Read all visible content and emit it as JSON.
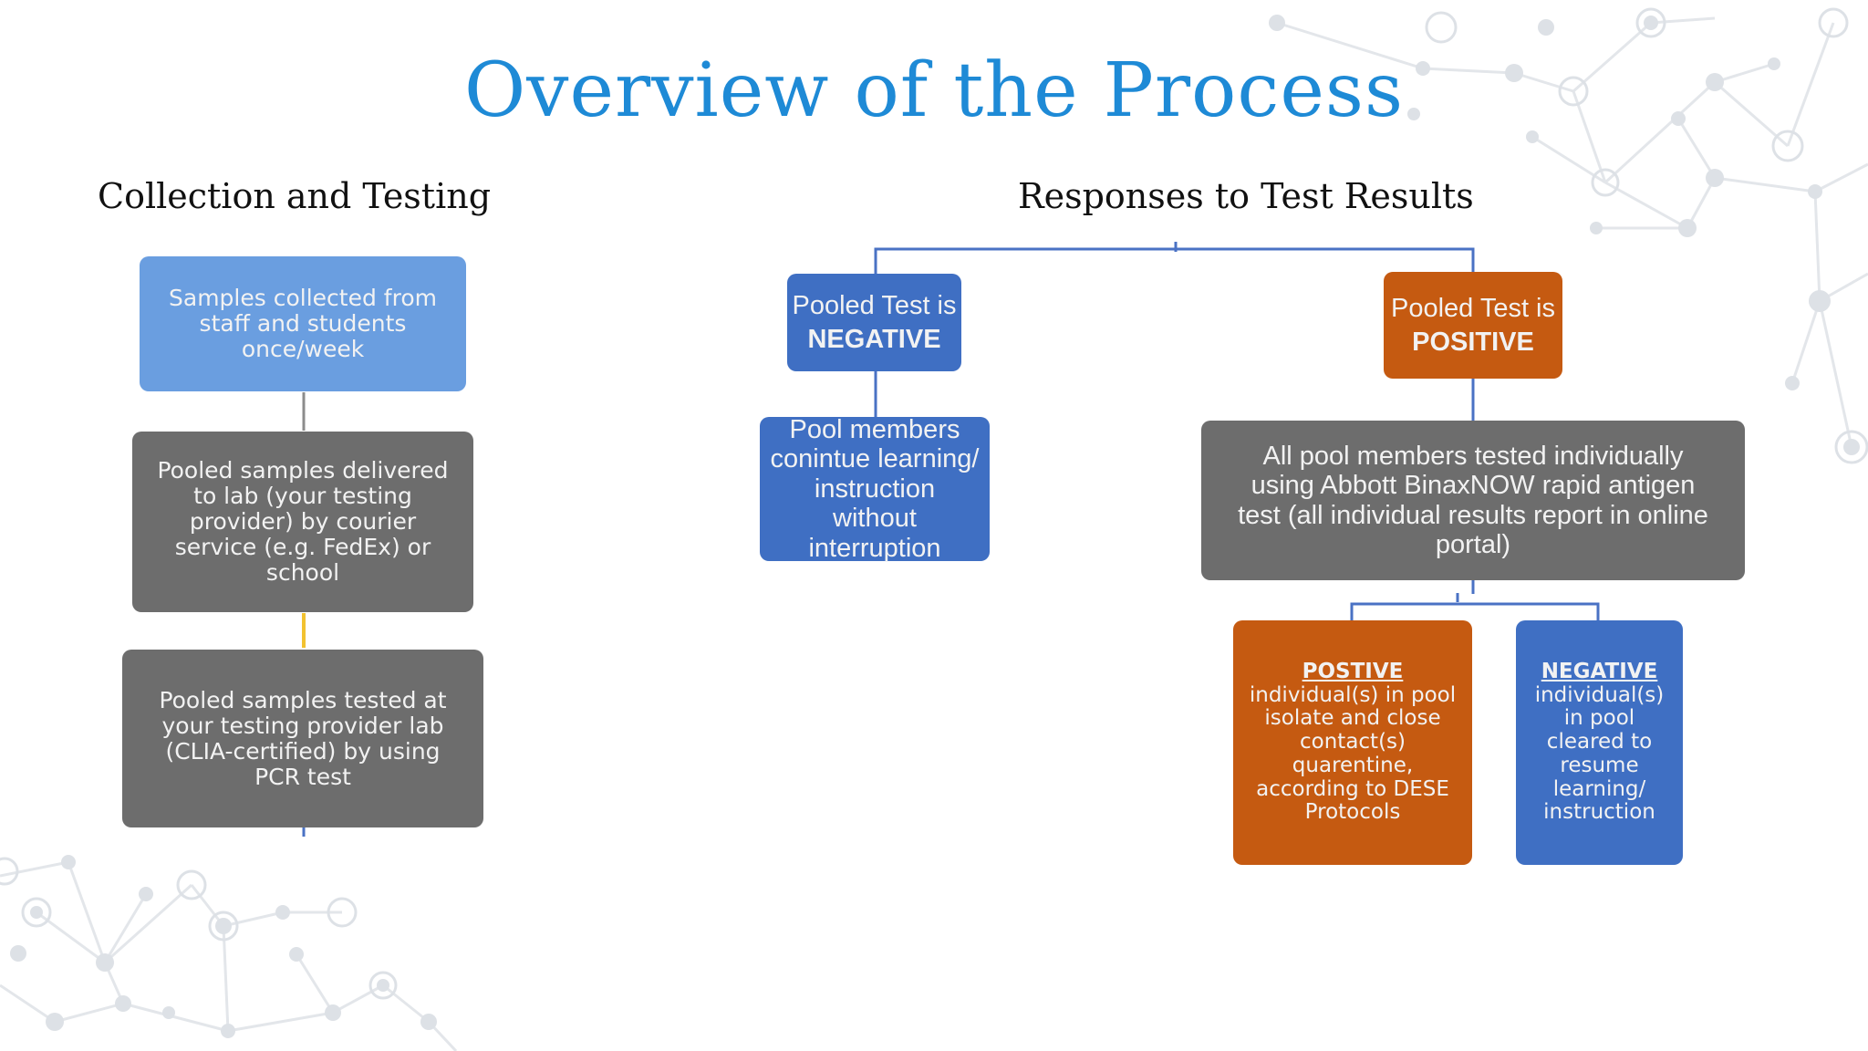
{
  "title": "Overview of the Process",
  "left": {
    "heading": "Collection and Testing",
    "steps": [
      "Samples collected from staff and students once/week",
      "Pooled samples delivered to lab (your testing provider) by courier service (e.g. FedEx) or school",
      "Pooled samples tested at your testing provider lab (CLIA-certified) by using PCR test"
    ]
  },
  "right": {
    "heading": "Responses to Test Results",
    "negative": {
      "label_line1": "Pooled Test is",
      "label_line2": "NEGATIVE",
      "outcome": "Pool members conintue learning/ instruction without interruption"
    },
    "positive": {
      "label_line1": "Pooled Test is",
      "label_line2": "POSITIVE",
      "followup": "All pool members tested individually using Abbott BinaxNOW rapid antigen test (all individual results report in online portal)",
      "result_positive": {
        "heading": "POSTIVE",
        "text": "individual(s) in pool isolate and close contact(s) quarentine, according to DESE Protocols"
      },
      "result_negative": {
        "heading": "NEGATIVE",
        "text": "individual(s) in pool cleared to resume learning/ instruction"
      }
    }
  },
  "colors": {
    "title": "#1e8ad6",
    "box_light_blue": "#6a9ee0",
    "box_gray": "#6d6d6d",
    "box_blue": "#3f6fc3",
    "box_orange": "#c55a11",
    "connector_blue": "#4a72c4",
    "connector_yellow": "#f2c230"
  }
}
